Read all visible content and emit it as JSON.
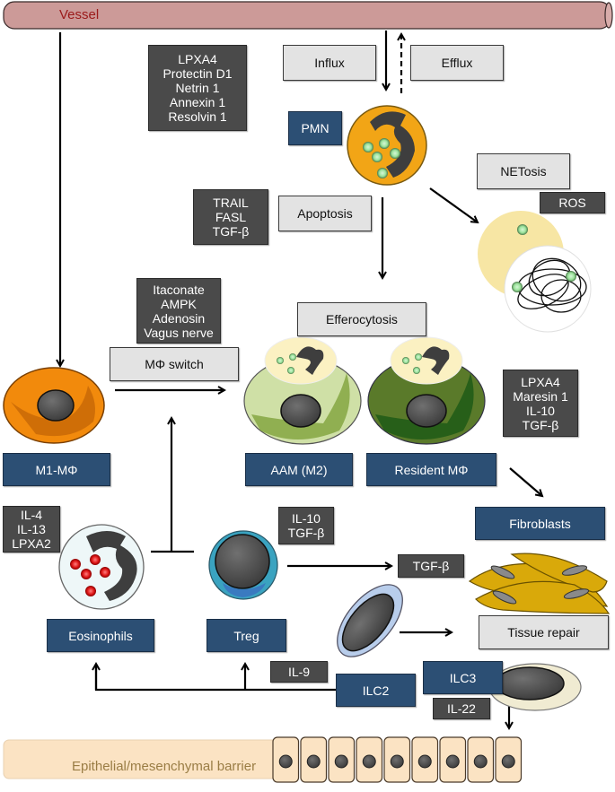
{
  "title": "Resolution of inflammation: cells and mediators",
  "vessel": {
    "label": "Vessel"
  },
  "barrier": {
    "label": "Epithelial/mesenchymal barrier",
    "cell_count": 9
  },
  "process_labels": {
    "influx": "Influx",
    "efflux": "Efflux",
    "apoptosis": "Apoptosis",
    "netosis": "NETosis",
    "efferocytosis": "Efferocytosis",
    "mphi_switch": "MΦ switch",
    "tissue_repair": "Tissue repair"
  },
  "mediators": {
    "pmn_recruitment": [
      "LPXA4",
      "Protectin D1",
      "Netrin 1",
      "Annexin 1",
      "Resolvin 1"
    ],
    "apoptosis": [
      "TRAIL",
      "FASL",
      "TGF-β"
    ],
    "netosis": [
      "ROS"
    ],
    "mphi_switch": [
      "Itaconate",
      "AMPK",
      "Adenosin",
      "Vagus nerve"
    ],
    "resident_mphi": [
      "LPXA4",
      "Maresin 1",
      "IL-10",
      "TGF-β"
    ],
    "eosinophils": [
      "IL-4",
      "IL-13",
      "LPXA2"
    ],
    "treg": [
      "IL-10",
      "TGF-β"
    ],
    "treg_to_fibroblast": [
      "TGF-β"
    ],
    "ilc2": [
      "IL-9"
    ],
    "ilc3": [
      "IL-22"
    ]
  },
  "cells": {
    "pmn": "PMN",
    "m1": "M1-MΦ",
    "aam": "AAM (M2)",
    "resident": "Resident MΦ",
    "fibroblasts": "Fibroblasts",
    "eosinophils": "Eosinophils",
    "treg": "Treg",
    "ilc2": "ILC2",
    "ilc3": "ILC3"
  },
  "colors": {
    "vessel": "#cc9a98",
    "vessel_text": "#9b1a1a",
    "cell_label_box": "#2c4f74",
    "mediator_box": "#4a4a4a",
    "process_box": "#e3e3e3",
    "pmn_cytoplasm": "#f2a516",
    "granule": "#a8e6a8",
    "m1_cytoplasm": "#f28a0c",
    "aam_cytoplasm": "#cfe0a6",
    "resident_cytoplasm": "#5a7a2a",
    "fibroblast": "#d9a90a",
    "barrier": "#fbe3c3"
  }
}
